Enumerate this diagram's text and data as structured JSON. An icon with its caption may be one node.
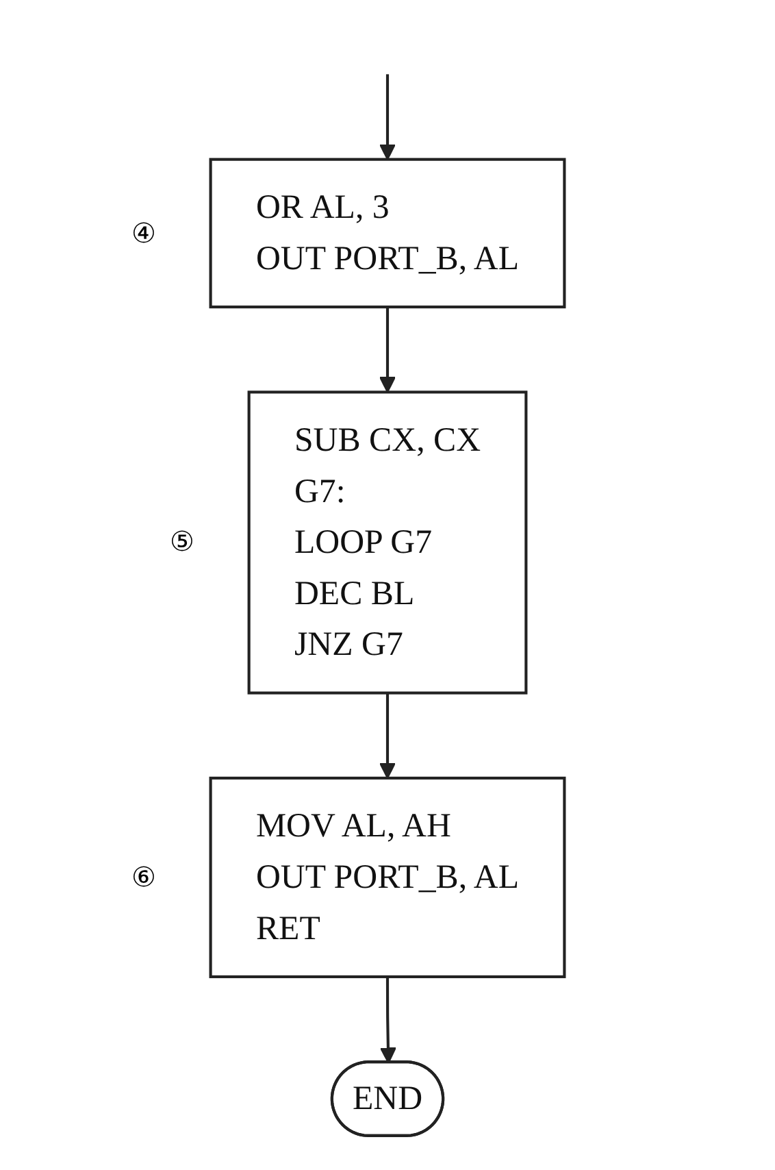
{
  "diagram": {
    "nodes": [
      {
        "text": [
          "OR AL, 3",
          "OUT PORT_B, AL"
        ],
        "beside": [
          "④"
        ]
      },
      {
        "text": [
          "SUB CX, CX",
          "G7:",
          "LOOP G7",
          "DEC BL",
          "JNZ G7"
        ],
        "beside": [
          "⑤"
        ]
      },
      {
        "text": [
          "MOV AL, AH",
          "OUT PORT_B, AL",
          "RET"
        ],
        "beside": [
          "⑥"
        ]
      },
      {
        "text": [
          "END"
        ]
      }
    ],
    "edges": [
      {
        "from": null,
        "to": 0,
        "arrow": "to"
      },
      {
        "from": 0,
        "to": 1,
        "arrow": "to"
      },
      {
        "from": 1,
        "to": 2,
        "arrow": "to"
      },
      {
        "from": 2,
        "to": 3,
        "arrow": "to"
      }
    ]
  }
}
